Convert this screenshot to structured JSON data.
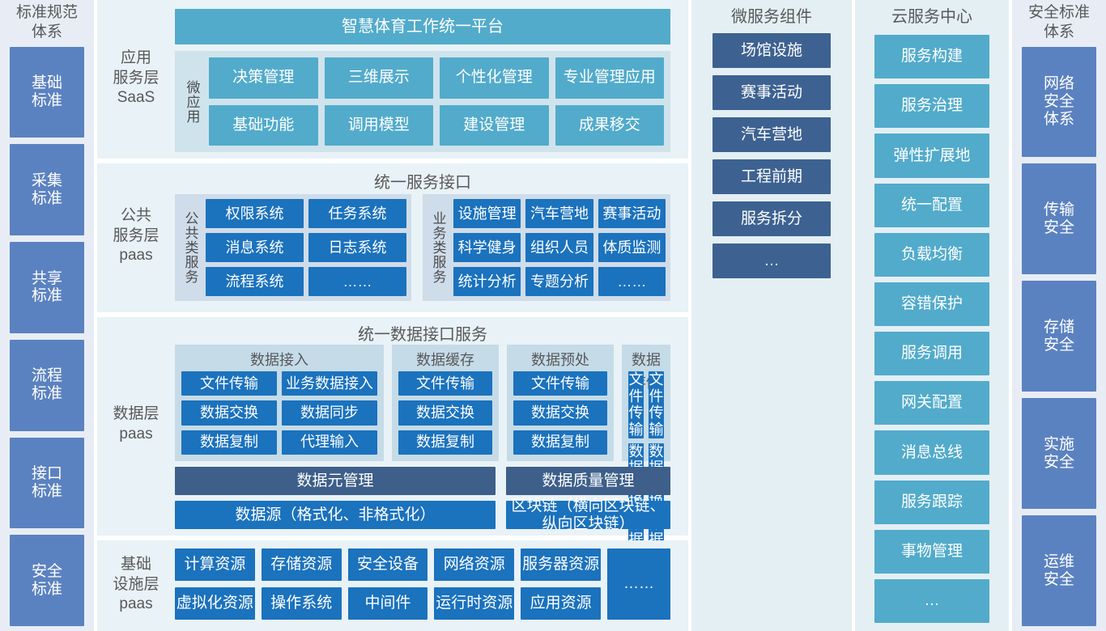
{
  "left_column": {
    "title": "标准规范\n体系",
    "items": [
      {
        "label": "基础\n标准"
      },
      {
        "label": "采集\n标准"
      },
      {
        "label": "共享\n标准"
      },
      {
        "label": "流程\n标准"
      },
      {
        "label": "接口\n标准"
      },
      {
        "label": "安全\n标准"
      }
    ]
  },
  "application_layer": {
    "layer_label": "应用\n服务层\nSaaS",
    "platform_title": "智慧体育工作统一平台",
    "group_label": "微应用",
    "apps": [
      {
        "label": "决策管理"
      },
      {
        "label": "三维展示"
      },
      {
        "label": "个性化管理"
      },
      {
        "label": "专业管理应用"
      },
      {
        "label": "基础功能"
      },
      {
        "label": "调用模型"
      },
      {
        "label": "建设管理"
      },
      {
        "label": "成果移交"
      }
    ]
  },
  "public_service_layer": {
    "layer_label": "公共\n服务层\npaas",
    "header": "统一服务接口",
    "panels": [
      {
        "group_label": "公共类服务",
        "items": [
          {
            "label": "权限系统"
          },
          {
            "label": "任务系统"
          },
          {
            "label": "消息系统"
          },
          {
            "label": "日志系统"
          },
          {
            "label": "流程系统"
          },
          {
            "label": "……"
          }
        ]
      },
      {
        "group_label": "业务类服务",
        "items": [
          {
            "label": "设施管理"
          },
          {
            "label": "汽车营地"
          },
          {
            "label": "赛事活动"
          },
          {
            "label": "科学健身"
          },
          {
            "label": "组织人员"
          },
          {
            "label": "体质监测"
          },
          {
            "label": "统计分析"
          },
          {
            "label": "专题分析"
          },
          {
            "label": "……"
          }
        ]
      }
    ]
  },
  "data_layer": {
    "layer_label": "数据层\npaas",
    "header": "统一数据接口服务",
    "groups": [
      {
        "title": "数据接入",
        "columns": 2,
        "items": [
          {
            "label": "文件传输"
          },
          {
            "label": "业务数据接入"
          },
          {
            "label": "数据交换"
          },
          {
            "label": "数据同步"
          },
          {
            "label": "数据复制"
          },
          {
            "label": "代理输入"
          }
        ]
      },
      {
        "title": "数据缓存",
        "columns": 1,
        "items": [
          {
            "label": "文件传输"
          },
          {
            "label": "数据交换"
          },
          {
            "label": "数据复制"
          }
        ]
      },
      {
        "title": "数据预处",
        "columns": 1,
        "items": [
          {
            "label": "文件传输"
          },
          {
            "label": "数据交换"
          },
          {
            "label": "数据复制"
          }
        ]
      },
      {
        "title": "数据存储",
        "columns": 2,
        "items": [
          {
            "label": "文件传输"
          },
          {
            "label": "文件传输"
          },
          {
            "label": "数据交换"
          },
          {
            "label": "数据交换"
          },
          {
            "label": "数据复制"
          },
          {
            "label": "数据复制"
          }
        ]
      }
    ],
    "management_bars": [
      {
        "label": "数据元管理"
      },
      {
        "label": "数据质量管理"
      }
    ],
    "source_bars": [
      {
        "label": "数据源（格式化、非格式化）"
      },
      {
        "label": "区块链（横向区块链、纵向区块链）"
      }
    ]
  },
  "infrastructure_layer": {
    "layer_label": "基础\n设施层\npaas",
    "items": [
      {
        "label": "计算资源"
      },
      {
        "label": "存储资源"
      },
      {
        "label": "安全设备"
      },
      {
        "label": "网络资源"
      },
      {
        "label": "服务器资源"
      },
      {
        "label": "虚拟化资源"
      },
      {
        "label": "操作系统"
      },
      {
        "label": "中间件"
      },
      {
        "label": "运行时资源"
      },
      {
        "label": "应用资源"
      }
    ],
    "more_label": "……"
  },
  "microservice_column": {
    "title": "微服务组件",
    "items": [
      {
        "label": "场馆设施"
      },
      {
        "label": "赛事活动"
      },
      {
        "label": "汽车营地"
      },
      {
        "label": "工程前期"
      },
      {
        "label": "服务拆分"
      },
      {
        "label": "…"
      }
    ]
  },
  "cloud_column": {
    "title": "云服务中心",
    "items": [
      {
        "label": "服务构建"
      },
      {
        "label": "服务治理"
      },
      {
        "label": "弹性扩展地"
      },
      {
        "label": "统一配置"
      },
      {
        "label": "负载均衡"
      },
      {
        "label": "容错保护"
      },
      {
        "label": "服务调用"
      },
      {
        "label": "网关配置"
      },
      {
        "label": "消息总线"
      },
      {
        "label": "服务跟踪"
      },
      {
        "label": "事物管理"
      },
      {
        "label": "…"
      }
    ]
  },
  "right_column": {
    "title": "安全标准\n体系",
    "items": [
      {
        "label": "网络\n安全\n体系"
      },
      {
        "label": "传输\n安全"
      },
      {
        "label": "存储\n安全"
      },
      {
        "label": "实施\n安全"
      },
      {
        "label": "运维\n安全"
      }
    ]
  },
  "colors": {
    "periwinkle": "#5b82c0",
    "teal": "#52abcb",
    "bright_blue": "#1b72bd",
    "slate": "#3d6291",
    "slate_dark": "#3d5f8a",
    "band_bg": "#e9f2f6",
    "panel_bg": "#c5dbe8",
    "column_bg": "#e4eff4",
    "std_column_bg": "#e8edf5"
  }
}
